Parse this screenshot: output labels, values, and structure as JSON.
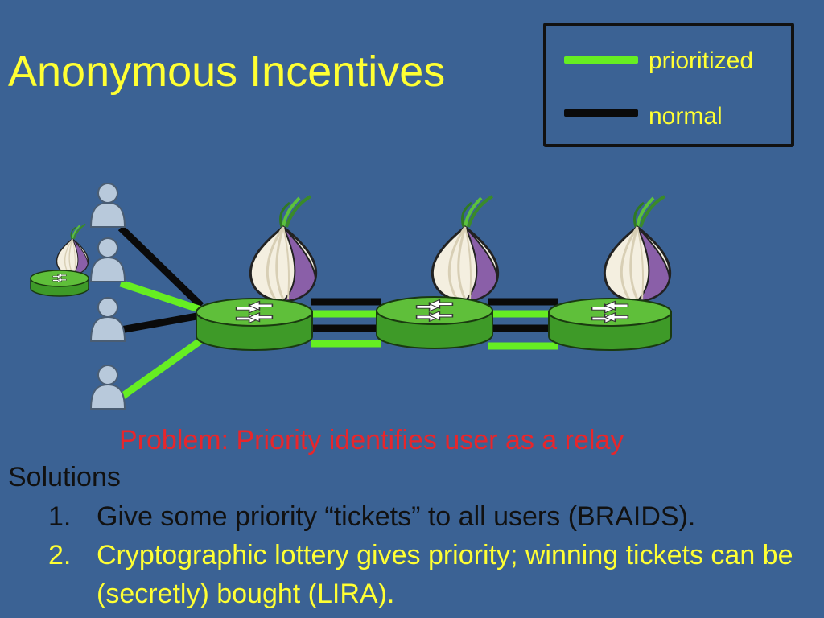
{
  "slide": {
    "title": "Anonymous Incentives",
    "legend": {
      "items": [
        {
          "label": "prioritized",
          "color": "#66ee22"
        },
        {
          "label": "normal",
          "color": "#0a0a0a"
        }
      ]
    },
    "problem": "Problem: Priority identifies user as a relay",
    "solutions_heading": "Solutions",
    "solutions": [
      {
        "number": "1.",
        "text": "Give some priority “tickets” to all users (BRAIDS)."
      },
      {
        "number": "2.",
        "text": "Cryptographic lottery gives priority; winning tickets can be (secretly) bought (LIRA)."
      }
    ]
  },
  "colors": {
    "title": "#ffff33",
    "problem": "#e8262b",
    "background": "#3b6294",
    "router_fill": "#5fbf3a",
    "onion_skin": "#f4efe0",
    "onion_purple": "#8a5fa8"
  }
}
